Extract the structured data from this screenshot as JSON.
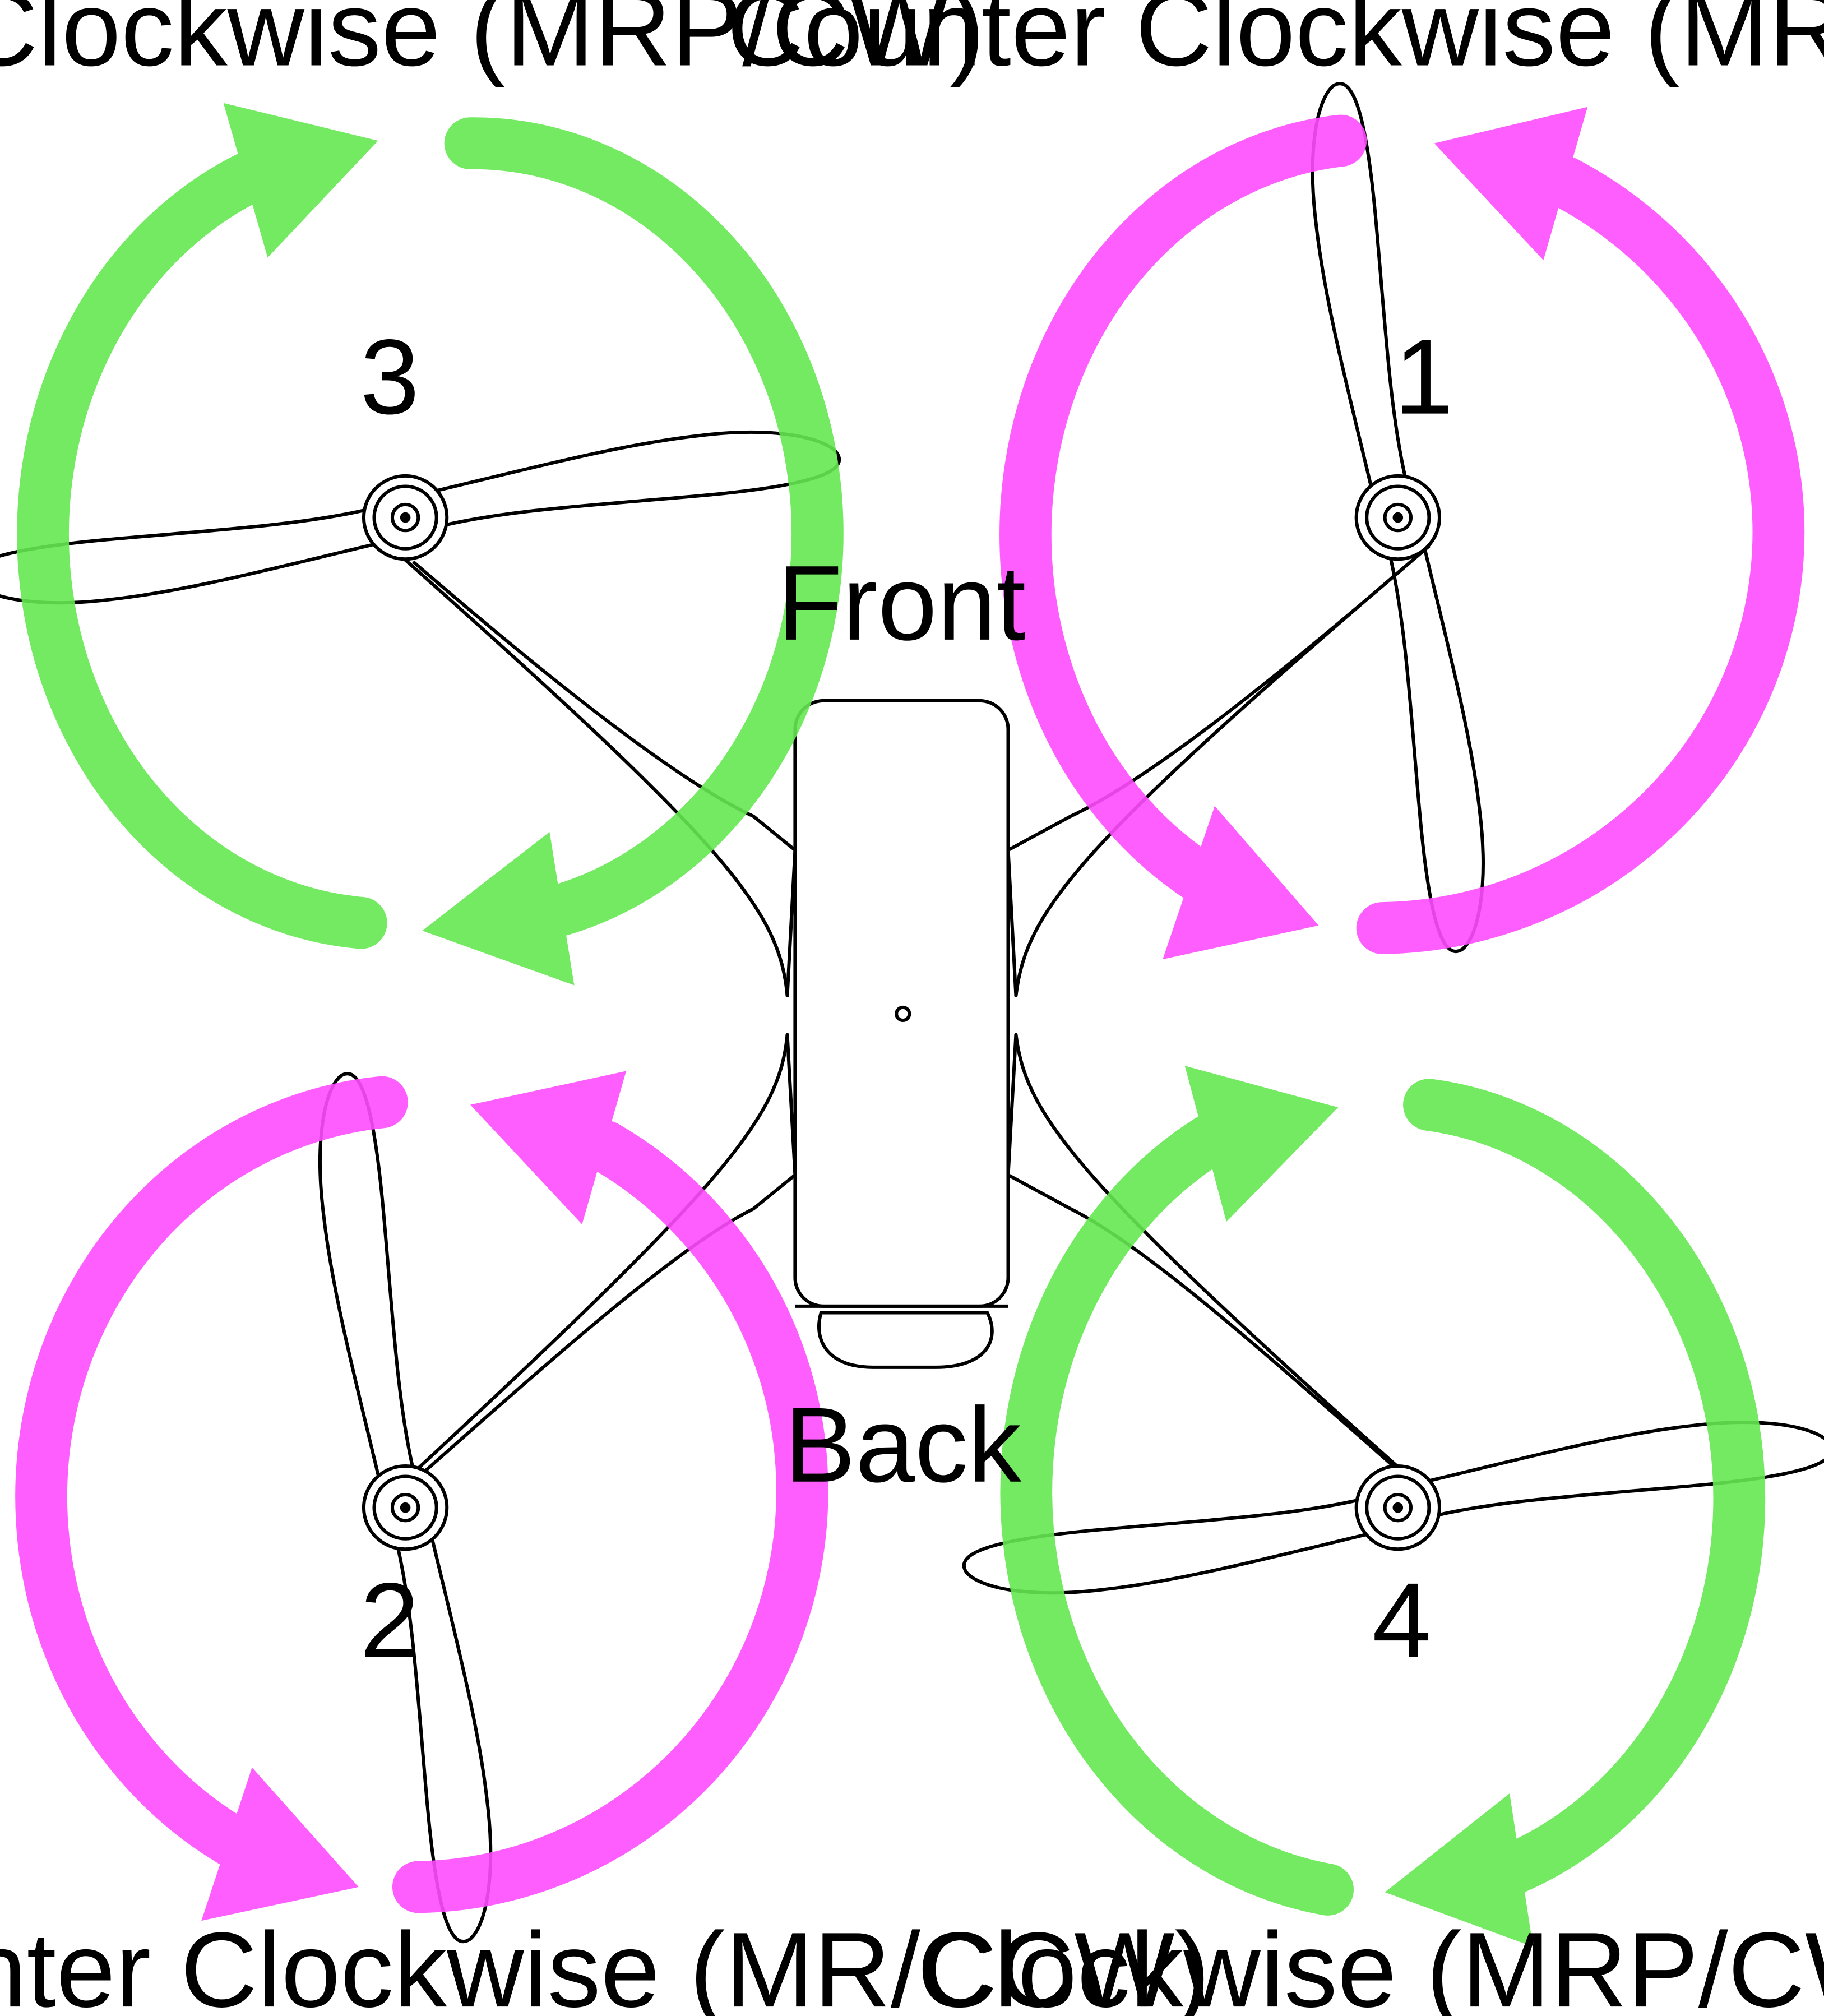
{
  "front_label": "Front",
  "back_label": "Back",
  "colors": {
    "clockwise": "#64e850",
    "counter_clockwise": "#ff4dff",
    "outline": "#000000",
    "background": "#ffffff"
  },
  "motors": [
    {
      "id": "motor-front-right",
      "number": "1",
      "rotation": "counter-clockwise",
      "heading": "Counter Clockwise (MR/CCW)",
      "heading_position": "top"
    },
    {
      "id": "motor-back-left",
      "number": "2",
      "rotation": "counter-clockwise",
      "heading": "Counter Clockwise (MR/CCW)",
      "heading_position": "bottom"
    },
    {
      "id": "motor-front-left",
      "number": "3",
      "rotation": "clockwise",
      "heading": "Clockwise (MRP/CW)",
      "heading_position": "top"
    },
    {
      "id": "motor-back-right",
      "number": "4",
      "rotation": "clockwise",
      "heading": "Clockwise (MRP/CW)",
      "heading_position": "bottom"
    }
  ]
}
